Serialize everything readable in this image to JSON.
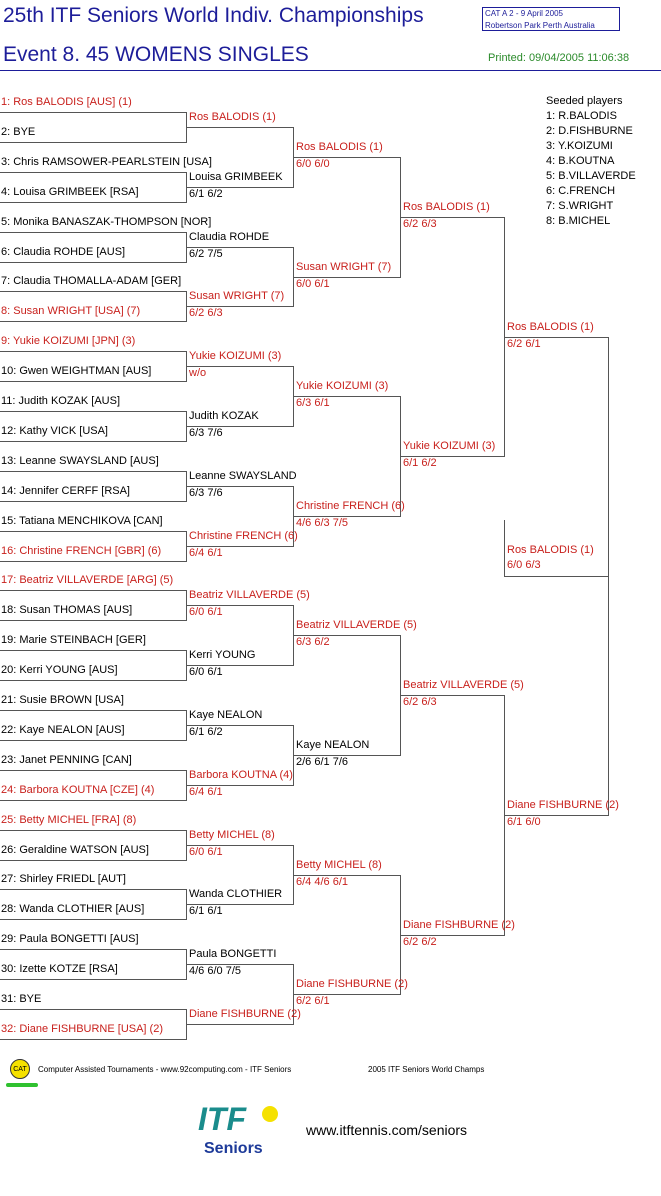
{
  "header": {
    "title_line1": "25th ITF Seniors World Indiv. Championships",
    "title_line2": "Event 8. 45 WOMENS SINGLES",
    "cat_line1": "CAT A   2 - 9 April 2005",
    "cat_line2": "Robertson Park Perth    Australia",
    "printed": "Printed: 09/04/2005 11:06:38"
  },
  "seeds": {
    "title": "Seeded players",
    "items": [
      "1: R.BALODIS",
      "2: D.FISHBURNE",
      "3: Y.KOIZUMI",
      "4: B.KOUTNA",
      "5: B.VILLAVERDE",
      "6: C.FRENCH",
      "7: S.WRIGHT",
      "8: B.MICHEL"
    ]
  },
  "round1": [
    {
      "name": "1: Ros BALODIS [AUS] (1)",
      "seeded": true
    },
    {
      "name": "2: BYE",
      "seeded": false
    },
    {
      "name": "3: Chris RAMSOWER-PEARLSTEIN [USA]",
      "seeded": false
    },
    {
      "name": "4: Louisa GRIMBEEK [RSA]",
      "seeded": false
    },
    {
      "name": "5: Monika BANASZAK-THOMPSON [NOR]",
      "seeded": false
    },
    {
      "name": "6: Claudia ROHDE [AUS]",
      "seeded": false
    },
    {
      "name": "7: Claudia THOMALLA-ADAM [GER]",
      "seeded": false
    },
    {
      "name": "8: Susan WRIGHT [USA] (7)",
      "seeded": true
    },
    {
      "name": "9: Yukie KOIZUMI [JPN] (3)",
      "seeded": true
    },
    {
      "name": "10: Gwen WEIGHTMAN [AUS]",
      "seeded": false
    },
    {
      "name": "11: Judith KOZAK [AUS]",
      "seeded": false
    },
    {
      "name": "12: Kathy VICK [USA]",
      "seeded": false
    },
    {
      "name": "13: Leanne SWAYSLAND [AUS]",
      "seeded": false
    },
    {
      "name": "14: Jennifer CERFF [RSA]",
      "seeded": false
    },
    {
      "name": "15: Tatiana MENCHIKOVA [CAN]",
      "seeded": false
    },
    {
      "name": "16: Christine FRENCH [GBR] (6)",
      "seeded": true
    },
    {
      "name": "17: Beatriz VILLAVERDE [ARG] (5)",
      "seeded": true
    },
    {
      "name": "18: Susan THOMAS [AUS]",
      "seeded": false
    },
    {
      "name": "19: Marie STEINBACH [GER]",
      "seeded": false
    },
    {
      "name": "20: Kerri YOUNG [AUS]",
      "seeded": false
    },
    {
      "name": "21: Susie BROWN [USA]",
      "seeded": false
    },
    {
      "name": "22: Kaye NEALON [AUS]",
      "seeded": false
    },
    {
      "name": "23: Janet PENNING [CAN]",
      "seeded": false
    },
    {
      "name": "24: Barbora KOUTNA [CZE] (4)",
      "seeded": true
    },
    {
      "name": "25: Betty MICHEL [FRA] (8)",
      "seeded": true
    },
    {
      "name": "26: Geraldine WATSON [AUS]",
      "seeded": false
    },
    {
      "name": "27: Shirley FRIEDL [AUT]",
      "seeded": false
    },
    {
      "name": "28: Wanda CLOTHIER [AUS]",
      "seeded": false
    },
    {
      "name": "29: Paula BONGETTI [AUS]",
      "seeded": false
    },
    {
      "name": "30: Izette KOTZE [RSA]",
      "seeded": false
    },
    {
      "name": "31: BYE",
      "seeded": false
    },
    {
      "name": "32: Diane FISHBURNE [USA] (2)",
      "seeded": true
    }
  ],
  "round2": [
    {
      "name": "Ros BALODIS (1)",
      "score": "",
      "seeded": true
    },
    {
      "name": "Louisa GRIMBEEK",
      "score": "6/1 6/2",
      "seeded": false
    },
    {
      "name": "Claudia ROHDE",
      "score": "6/2 7/5",
      "seeded": false
    },
    {
      "name": "Susan WRIGHT (7)",
      "score": "6/2 6/3",
      "seeded": true
    },
    {
      "name": "Yukie KOIZUMI (3)",
      "score": "w/o",
      "seeded": true
    },
    {
      "name": "Judith KOZAK",
      "score": "6/3 7/6",
      "seeded": false
    },
    {
      "name": "Leanne SWAYSLAND",
      "score": "6/3 7/6",
      "seeded": false
    },
    {
      "name": "Christine FRENCH (6)",
      "score": "6/4 6/1",
      "seeded": true
    },
    {
      "name": "Beatriz VILLAVERDE (5)",
      "score": "6/0 6/1",
      "seeded": true
    },
    {
      "name": "Kerri YOUNG",
      "score": "6/0 6/1",
      "seeded": false
    },
    {
      "name": "Kaye NEALON",
      "score": "6/1 6/2",
      "seeded": false
    },
    {
      "name": "Barbora KOUTNA (4)",
      "score": "6/4 6/1",
      "seeded": true
    },
    {
      "name": "Betty MICHEL (8)",
      "score": "6/0 6/1",
      "seeded": true
    },
    {
      "name": "Wanda CLOTHIER",
      "score": "6/1 6/1",
      "seeded": false
    },
    {
      "name": "Paula BONGETTI",
      "score": "4/6 6/0 7/5",
      "seeded": false
    },
    {
      "name": "Diane FISHBURNE (2)",
      "score": "",
      "seeded": true
    }
  ],
  "round3": [
    {
      "name": "Ros BALODIS (1)",
      "score": "6/0 6/0",
      "seeded": true
    },
    {
      "name": "Susan WRIGHT (7)",
      "score": "6/0 6/1",
      "seeded": true
    },
    {
      "name": "Yukie KOIZUMI (3)",
      "score": "6/3 6/1",
      "seeded": true
    },
    {
      "name": "Christine FRENCH (6)",
      "score": "4/6 6/3 7/5",
      "seeded": true
    },
    {
      "name": "Beatriz VILLAVERDE (5)",
      "score": "6/3 6/2",
      "seeded": true
    },
    {
      "name": "Kaye NEALON",
      "score": "2/6 6/1 7/6",
      "seeded": false
    },
    {
      "name": "Betty MICHEL (8)",
      "score": "6/4 4/6 6/1",
      "seeded": true
    },
    {
      "name": "Diane FISHBURNE (2)",
      "score": "6/2 6/1",
      "seeded": true
    }
  ],
  "round4": [
    {
      "name": "Ros BALODIS (1)",
      "score": "6/2 6/3",
      "seeded": true
    },
    {
      "name": "Yukie KOIZUMI (3)",
      "score": "6/1 6/2",
      "seeded": true
    },
    {
      "name": "Beatriz VILLAVERDE (5)",
      "score": "6/2 6/3",
      "seeded": true
    },
    {
      "name": "Diane FISHBURNE (2)",
      "score": "6/2 6/2",
      "seeded": true
    }
  ],
  "round5": [
    {
      "name": "Ros BALODIS (1)",
      "score": "6/2 6/1",
      "seeded": true
    },
    {
      "name": "Diane FISHBURNE (2)",
      "score": "6/1 6/0",
      "seeded": true
    }
  ],
  "final": {
    "name": "Ros BALODIS (1)",
    "score": "6/0 6/3",
    "seeded": true
  },
  "footer": {
    "cat_logo": "CAT",
    "cat_text": "Computer Assisted Tournaments - www.92computing.com -  ITF Seniors",
    "event_text": "2005 ITF Seniors World Champs",
    "itf_logo_text": "ITF",
    "seniors_text": "Seniors",
    "website": "www.itftennis.com/seniors",
    "accent_red": "#c8201c",
    "accent_blue": "#1d1d99",
    "accent_green": "#2fc12f"
  }
}
